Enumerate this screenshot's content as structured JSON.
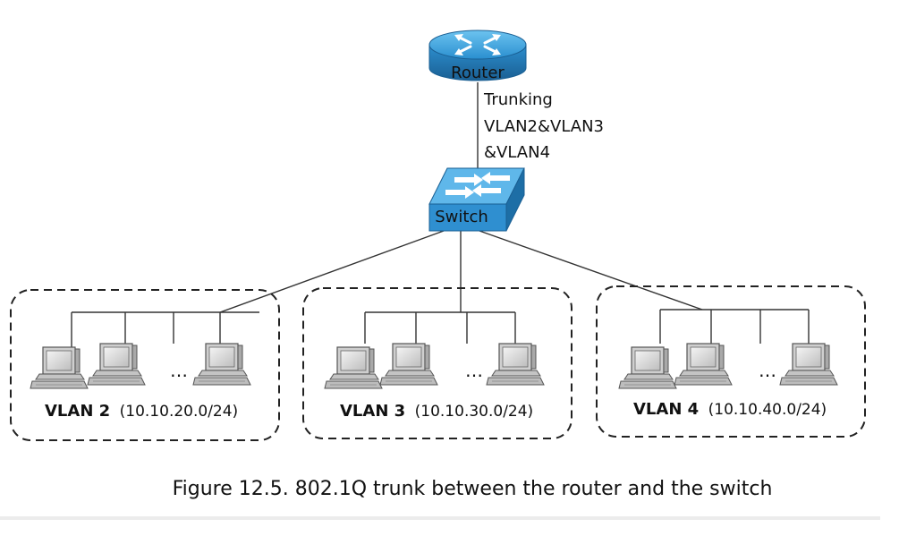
{
  "router": {
    "label": "Router"
  },
  "switch": {
    "label": "Switch"
  },
  "trunk": {
    "line1": "Trunking",
    "line2": "VLAN2&VLAN3",
    "line3": "&VLAN4"
  },
  "vlans": [
    {
      "name": "VLAN 2",
      "subnet": "(10.10.20.0/24)",
      "ellipsis": "…"
    },
    {
      "name": "VLAN 3",
      "subnet": "(10.10.30.0/24)",
      "ellipsis": "…"
    },
    {
      "name": "VLAN 4",
      "subnet": "(10.10.40.0/24)",
      "ellipsis": "…"
    }
  ],
  "caption": "Figure 12.5. 802.1Q trunk between the router and the switch",
  "colors": {
    "device_blue": "#3d9fd6",
    "device_dark": "#1c6fa5",
    "pc_gray": "#c8c8c8"
  }
}
